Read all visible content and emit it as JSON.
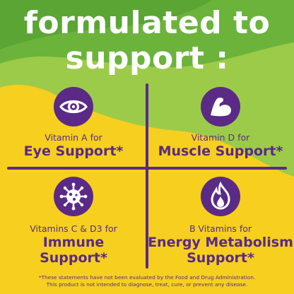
{
  "headline": {
    "line1": "formulated to",
    "line2": "support :"
  },
  "colors": {
    "green": "#6bb33b",
    "light_green": "#9ccb4a",
    "yellow": "#f6cf1f",
    "purple": "#5a2a86",
    "white": "#ffffff"
  },
  "benefits": [
    {
      "icon": "eye-icon",
      "subtitle": "Vitamin A for",
      "title": "Eye Support*"
    },
    {
      "icon": "flexed-bicep-icon",
      "subtitle": "Vitamin D for",
      "title": "Muscle Support*"
    },
    {
      "icon": "virus-icon",
      "subtitle": "Vitamins C & D3 for",
      "title_line1": "Immune",
      "title_line2": "Support*"
    },
    {
      "icon": "flame-icon",
      "subtitle": "B Vitamins for",
      "title_line1": "Energy Metabolism",
      "title_line2": "Support*"
    }
  ],
  "disclaimer": {
    "line1": "*These statements have not been evaluated by the Food and Drug Administration.",
    "line2": "This product is not intended to diagnose, treat, cure, or prevent any disease."
  }
}
